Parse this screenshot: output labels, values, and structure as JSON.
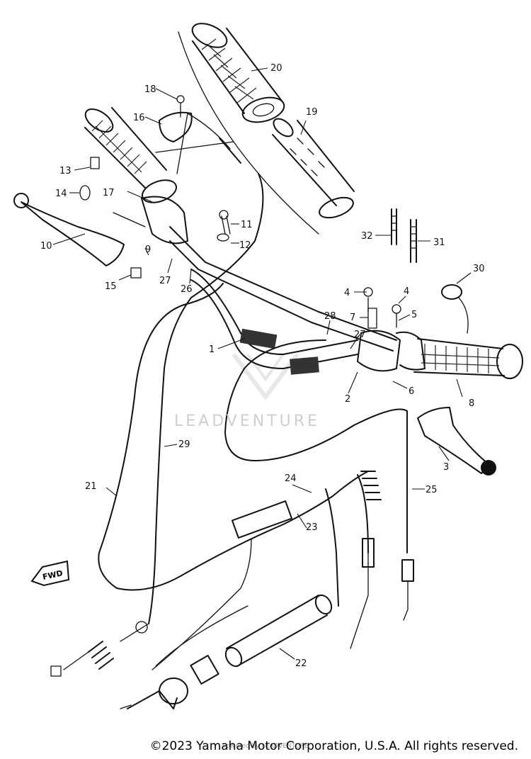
{
  "diagram": {
    "labels": {
      "p1": "1",
      "p2": "2",
      "p3": "3",
      "p4a": "4",
      "p4b": "4",
      "p5": "5",
      "p6": "6",
      "p7": "7",
      "p8": "8",
      "p9": "9",
      "p10": "10",
      "p11": "11",
      "p12": "12",
      "p13": "13",
      "p14": "14",
      "p15": "15",
      "p16": "16",
      "p17": "17",
      "p18": "18",
      "p19": "19",
      "p20": "20",
      "p21": "21",
      "p22": "22",
      "p23": "23",
      "p24": "24",
      "p25": "25",
      "p26": "26",
      "p27a": "27",
      "p27b": "27",
      "p28": "28",
      "p29": "29",
      "p30": "30",
      "p31": "31",
      "p32": "32"
    },
    "fwd_label": "FWD",
    "colors": {
      "ink": "#111111",
      "watermark": "#cfcfcf"
    }
  },
  "watermark": {
    "text": "LEADVENTURE"
  },
  "footer": {
    "copyright": "©2023 Yamaha Motor Corporation, U.S.A. All rights reserved.",
    "sub": "Powered by LEADVENTURE"
  }
}
